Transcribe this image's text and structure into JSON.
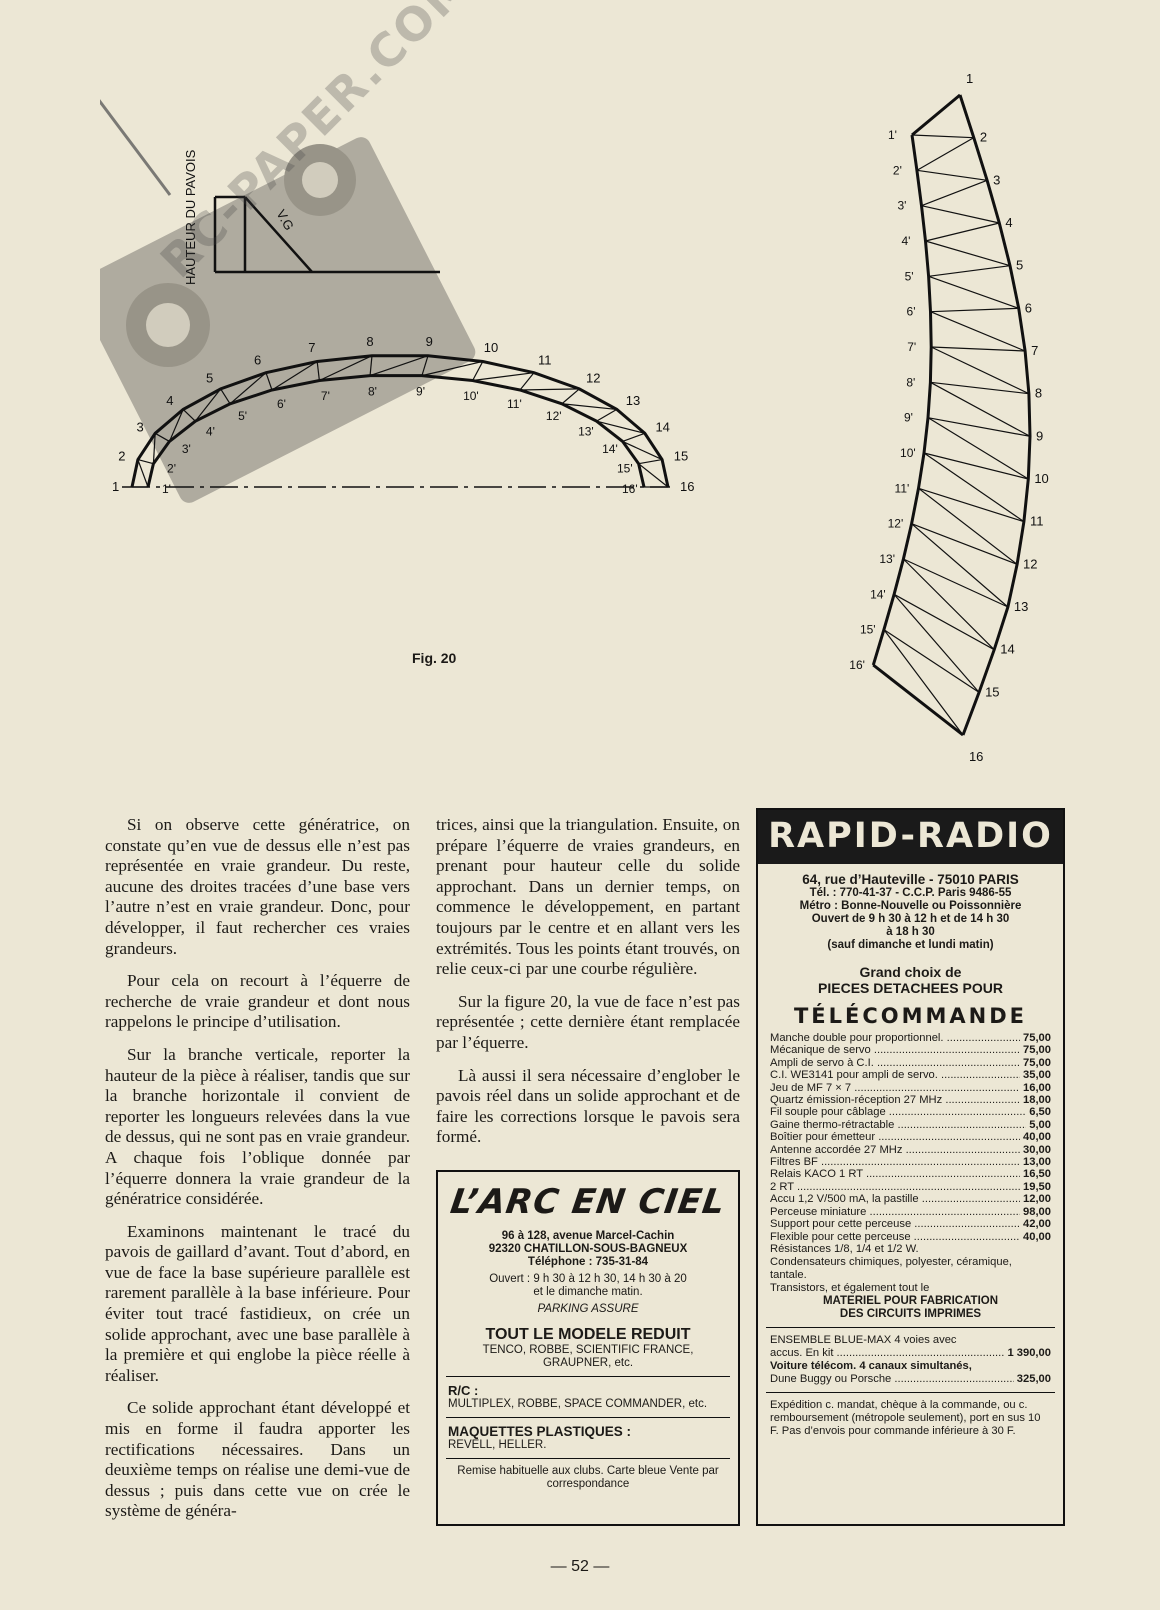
{
  "figure": {
    "caption": "Fig. 20",
    "vertical_label": "HAUTEUR DU PAVOIS",
    "oblique_label": "V.G",
    "outer_arc_labels": [
      "1",
      "2",
      "3",
      "4",
      "5",
      "6",
      "7",
      "8",
      "9",
      "10",
      "11",
      "12",
      "13",
      "14",
      "15",
      "16"
    ],
    "inner_arc_labels": [
      "1'",
      "2'",
      "3'",
      "4'",
      "5'",
      "6'",
      "7'",
      "8'",
      "9'",
      "10'",
      "11'",
      "12'",
      "13'",
      "14'",
      "15'",
      "16'"
    ]
  },
  "watermark": "RC-PAPER.COM",
  "column1": [
    "Si on observe cette génératrice, on constate qu’en vue de dessus elle n’est pas représentée en vraie grandeur. Du reste, aucune des droites tracées d’une base vers l’autre n’est en vraie grandeur. Donc, pour développer, il faut rechercher ces vraies grandeurs.",
    "Pour cela on recourt à l’équerre de recherche de vraie grandeur et dont nous rappelons le principe d’utilisation.",
    "Sur la branche verticale, reporter la hauteur de la pièce à réaliser, tandis que sur la branche horizontale il convient de reporter les longueurs relevées dans la vue de dessus, qui ne sont pas en vraie grandeur. A chaque fois l’oblique donnée par l’équerre donnera la vraie grandeur de la génératrice considérée.",
    "Examinons maintenant le tracé du pavois de gaillard d’avant. Tout d’abord, en vue de face la base supérieure parallèle est rarement parallèle à la base inférieure. Pour éviter tout tracé fastidieux, on crée un solide approchant, avec une base parallèle à la première et qui englobe la pièce réelle à réaliser.",
    "Ce solide approchant étant développé et mis en forme il faudra apporter les rectifications nécessaires. Dans un deuxième temps on réalise une demi-vue de dessus ; puis dans cette vue on crée le système de généra-"
  ],
  "column2": [
    "trices, ainsi que la triangulation. Ensuite, on prépare l’équerre de vraies grandeurs, en prenant pour hauteur celle du solide approchant. Dans un dernier temps, on commence le développement, en partant toujours par le centre et en allant vers les extrémités. Tous les points étant trouvés, on relie ceux-ci par une courbe régulière.",
    "Sur la figure 20, la vue de face n’est pas représentée ; cette dernière étant remplacée par l’équerre.",
    "Là aussi il sera nécessaire d’englober le pavois réel dans un solide approchant et de faire les corrections lorsque le pavois sera formé."
  ],
  "ad_arc": {
    "logo": "L’ARC EN CIEL",
    "address1": "96 à 128, avenue Marcel-Cachin",
    "address2": "92320 CHATILLON-SOUS-BAGNEUX",
    "phone": "Téléphone : 735-31-84",
    "hours1": "Ouvert : 9 h 30 à 12 h 30, 14 h 30 à 20",
    "hours2": "et le dimanche matin.",
    "parking": "PARKING ASSURE",
    "headline": "TOUT LE MODELE REDUIT",
    "brands": "TENCO, ROBBE, SCIENTIFIC FRANCE, GRAUPNER, etc.",
    "rc_title": "R/C :",
    "rc_brands": "MULTIPLEX, ROBBE, SPACE COMMANDER, etc.",
    "kits_title": "MAQUETTES PLASTIQUES :",
    "kits_brands": "REVELL, HELLER.",
    "footer": "Remise habituelle aux clubs. Carte bleue Vente par correspondance"
  },
  "ad_rapid": {
    "name": "RAPID-RADIO",
    "address": "64, rue d’Hauteville - 75010 PARIS",
    "tel": "Tél. : 770-41-37 - C.C.P. Paris 9486-55",
    "metro": "Métro : Bonne-Nouvelle ou Poissonnière",
    "hours1": "Ouvert de 9 h 30 à 12 h et de 14 h 30",
    "hours2": "à 18 h 30",
    "hours3": "(sauf dimanche et lundi matin)",
    "grand_choix": "Grand choix de",
    "pieces": "PIECES DETACHEES POUR",
    "telecommande": "TÉLÉCOMMANDE",
    "items": [
      {
        "label": "Manche double pour proportionnel.",
        "price": "75,00"
      },
      {
        "label": "Mécanique de servo",
        "price": "75,00"
      },
      {
        "label": "Ampli de servo à C.I.",
        "price": "75,00"
      },
      {
        "label": "C.I. WE3141 pour ampli de servo.",
        "price": "35,00"
      },
      {
        "label": "Jeu de MF 7 × 7",
        "price": "16,00"
      },
      {
        "label": "Quartz émission-réception 27 MHz",
        "price": "18,00"
      },
      {
        "label": "Fil souple pour câblage",
        "price": "6,50"
      },
      {
        "label": "Gaine thermo-rétractable",
        "price": "5,00"
      },
      {
        "label": "Boîtier pour émetteur",
        "price": "40,00"
      },
      {
        "label": "Antenne accordée 27 MHz",
        "price": "30,00"
      },
      {
        "label": "Filtres BF",
        "price": "13,00"
      },
      {
        "label": "Relais KACO 1 RT",
        "price": "16,50"
      },
      {
        "label": "2 RT",
        "price": "19,50"
      },
      {
        "label": "Accu 1,2 V/500 mA, la pastille",
        "price": "12,00"
      },
      {
        "label": "Perceuse miniature",
        "price": "98,00"
      },
      {
        "label": "Support pour cette perceuse",
        "price": "42,00"
      },
      {
        "label": "Flexible pour cette perceuse",
        "price": "40,00"
      }
    ],
    "resistances": "Résistances 1/8, 1/4 et 1/2 W.",
    "condensateurs": "Condensateurs chimiques, polyester, céramique, tantale.",
    "transistors": "Transistors, et également tout le",
    "materiel1": "MATERIEL POUR FABRICATION",
    "materiel2": "DES CIRCUITS IMPRIMES",
    "blue_max1": "ENSEMBLE BLUE-MAX 4 voies avec",
    "blue_max2": "accus. En kit",
    "blue_max_price": "1 390,00",
    "voiture": "Voiture télécom. 4 canaux simultanés,",
    "dune": "Dune Buggy ou Porsche",
    "dune_price": "325,00",
    "expedition": "Expédition c. mandat, chèque à la commande, ou c. remboursement (métropole seulement), port en sus 10 F. Pas d’envois pour commande inférieure à 30 F."
  },
  "page_number": "— 52 —"
}
